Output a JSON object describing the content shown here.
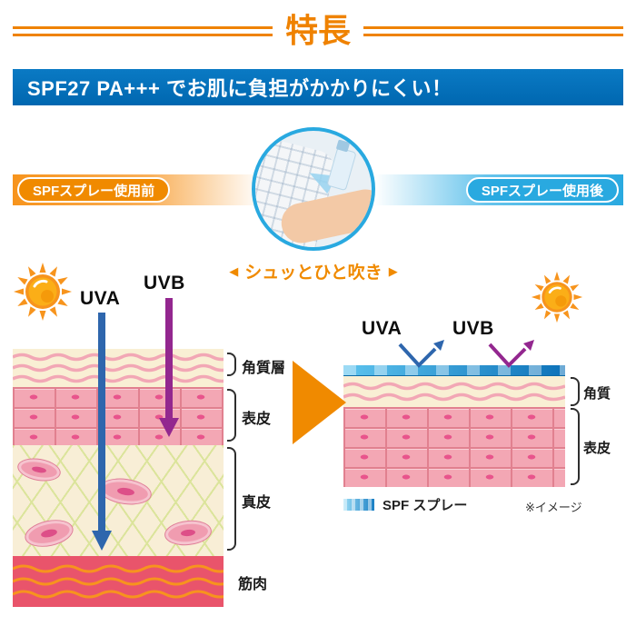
{
  "header": {
    "title": "特長"
  },
  "banner": {
    "text": "SPF27 PA+++ でお肌に負担がかかりにくい！"
  },
  "compare": {
    "before_label": "SPFスプレー使用前",
    "after_label": "SPFスプレー使用後",
    "caption_arrow_left": "◀",
    "caption_text": "シュッとひと吹き",
    "caption_arrow_right": "▶"
  },
  "before_diagram": {
    "uva_label": "UVA",
    "uvb_label": "UVB",
    "layer_labels": [
      "角質層",
      "表皮",
      "真皮",
      "筋肉"
    ]
  },
  "after_diagram": {
    "uva_label": "UVA",
    "uvb_label": "UVB",
    "layer_labels": [
      "角質",
      "表皮"
    ],
    "legend_label": "SPF スプレー",
    "note": "※イメージ"
  },
  "colors": {
    "accent_orange": "#ef8200",
    "banner_blue": "#0071bd",
    "light_blue": "#29a9e0",
    "uva_blue": "#2e66ad",
    "uvb_purple": "#93278f"
  }
}
